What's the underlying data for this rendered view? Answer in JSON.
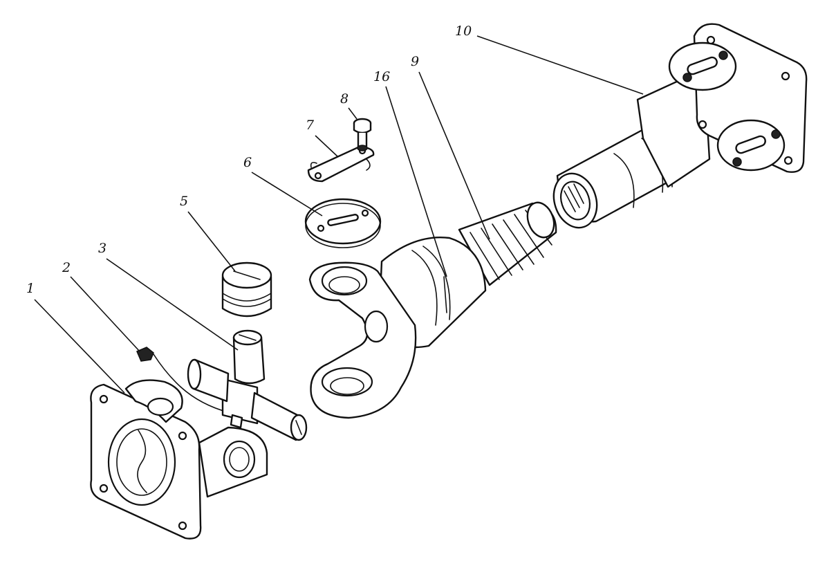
{
  "callouts": [
    {
      "id": "c1",
      "text": "1"
    },
    {
      "id": "c2",
      "text": "2"
    },
    {
      "id": "c3",
      "text": "3"
    },
    {
      "id": "c5",
      "text": "5"
    },
    {
      "id": "c6",
      "text": "6"
    },
    {
      "id": "c7",
      "text": "7"
    },
    {
      "id": "c8",
      "text": "8"
    },
    {
      "id": "c16",
      "text": "16"
    },
    {
      "id": "c9",
      "text": "9"
    },
    {
      "id": "c10",
      "text": "10"
    }
  ]
}
